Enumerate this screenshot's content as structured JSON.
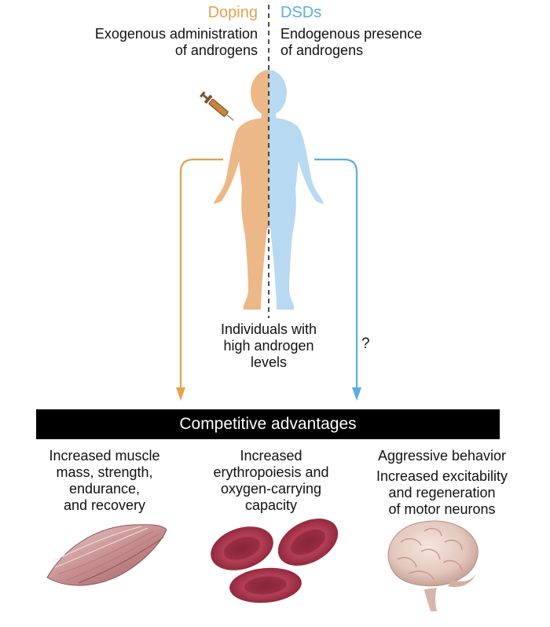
{
  "left": {
    "heading": "Doping",
    "line1": "Exogenous administration",
    "line2": "of androgens",
    "color": "#E3A24F"
  },
  "right": {
    "heading": "DSDs",
    "line1": "Endogenous presence",
    "line2": "of androgens",
    "color": "#5AAEE0"
  },
  "center": {
    "line1": "Individuals with",
    "line2": "high androgen",
    "line3": "levels"
  },
  "question_mark": "?",
  "banner": "Competitive advantages",
  "advantages": {
    "muscle": [
      "Increased muscle",
      "mass, strength,",
      "endurance,",
      "and recovery"
    ],
    "blood": [
      "Increased",
      "erythropoiesis and",
      "oxygen-carrying",
      "capacity"
    ],
    "brain_a": "Aggressive behavior",
    "brain_b": [
      "Increased excitability",
      "and regeneration",
      "of motor neurons"
    ]
  },
  "icons": [
    "syringe-icon",
    "human-figure-icon",
    "muscle-icon",
    "red-blood-cell-icon",
    "brain-icon"
  ]
}
